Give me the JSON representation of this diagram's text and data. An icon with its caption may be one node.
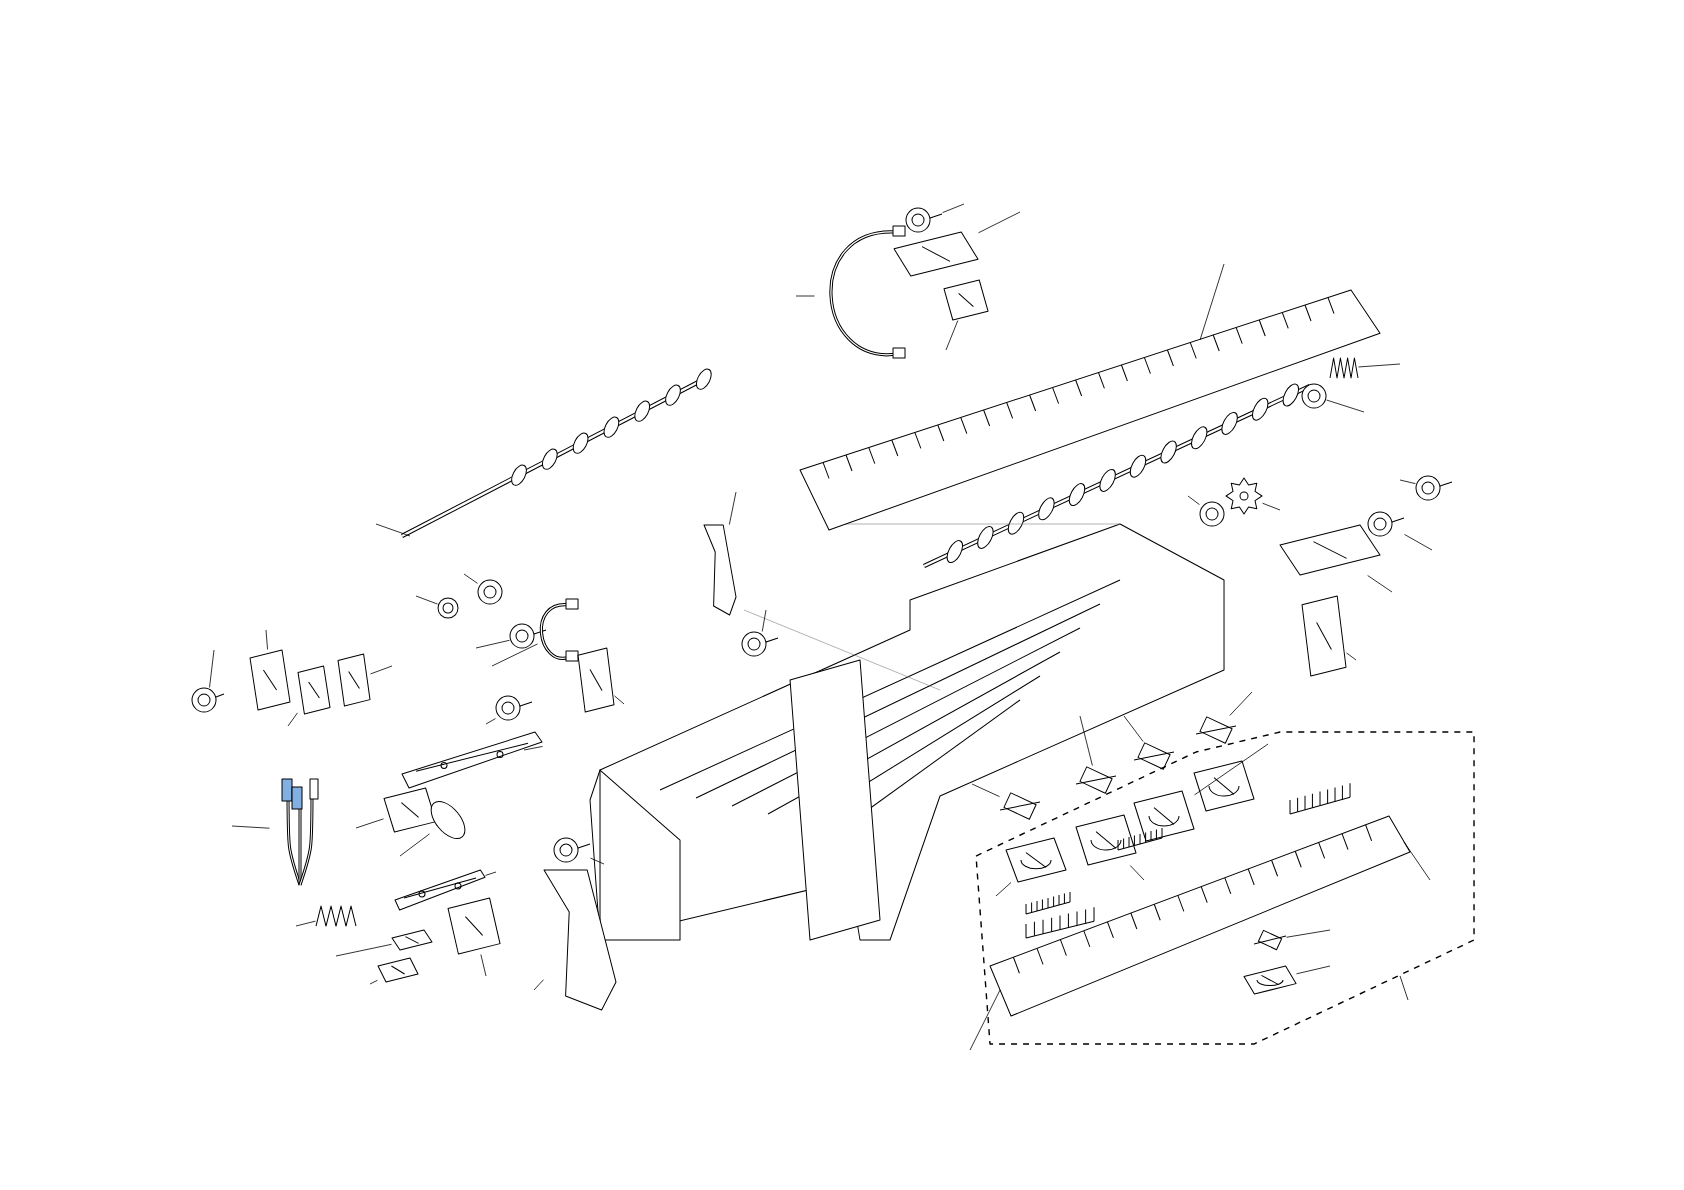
{
  "diagram": {
    "nodes": [
      {
        "text": [],
        "shape": "picture"
      },
      {
        "text": [],
        "shape": "picture"
      },
      {
        "text": [],
        "shape": "picture"
      },
      {
        "text": [],
        "shape": "picture"
      },
      {
        "text": [],
        "shape": "picture"
      },
      {
        "text": [],
        "shape": "picture"
      },
      {
        "text": [],
        "shape": "picture"
      },
      {
        "text": [],
        "shape": "picture"
      },
      {
        "text": [],
        "shape": "picture"
      },
      {
        "text": [],
        "shape": "picture"
      },
      {
        "text": [],
        "shape": "picture"
      },
      {
        "text": [],
        "shape": "picture"
      },
      {
        "text": [],
        "shape": "picture"
      },
      {
        "text": [],
        "shape": "picture"
      },
      {
        "text": [],
        "shape": "picture"
      },
      {
        "text": [],
        "shape": "picture"
      },
      {
        "text": [],
        "shape": "picture"
      },
      {
        "text": [],
        "shape": "picture"
      },
      {
        "text": [],
        "shape": "picture"
      },
      {
        "text": [],
        "shape": "picture"
      },
      {
        "text": [],
        "shape": "picture"
      },
      {
        "text": [],
        "shape": "picture"
      },
      {
        "text": [],
        "shape": "picture"
      },
      {
        "text": [],
        "shape": "picture"
      },
      {
        "text": [],
        "shape": "picture"
      },
      {
        "text": [],
        "shape": "picture"
      },
      {
        "text": [],
        "shape": "picture"
      },
      {
        "text": [],
        "shape": "picture"
      },
      {
        "text": [],
        "shape": "picture"
      },
      {
        "text": [],
        "shape": "picture"
      },
      {
        "text": [],
        "shape": "picture"
      },
      {
        "text": [],
        "shape": "picture"
      },
      {
        "text": [],
        "shape": "picture"
      },
      {
        "text": [],
        "shape": "picture"
      },
      {
        "text": [],
        "shape": "picture"
      },
      {
        "text": [],
        "shape": "picture"
      },
      {
        "text": [],
        "shape": "picture"
      },
      {
        "text": [],
        "shape": "picture"
      },
      {
        "text": [],
        "shape": "picture"
      },
      {
        "text": [],
        "shape": "picture"
      },
      {
        "text": [],
        "shape": "picture"
      },
      {
        "text": [],
        "shape": "picture",
        "in": 52
      },
      {
        "text": [],
        "shape": "picture",
        "in": 52
      },
      {
        "text": [],
        "shape": "picture",
        "in": 52
      },
      {
        "text": [],
        "shape": "picture",
        "in": 52
      },
      {
        "text": [],
        "shape": "picture",
        "in": 52
      },
      {
        "text": [],
        "shape": "picture",
        "in": 52
      },
      {
        "text": [],
        "shape": "picture",
        "in": 52
      },
      {
        "text": [],
        "shape": "picture",
        "in": 52
      },
      {
        "text": [],
        "shape": "picture",
        "in": 52
      },
      {
        "text": [],
        "shape": "picture",
        "in": 52
      },
      {
        "text": [],
        "shape": "picture",
        "in": 52
      },
      {
        "text": [],
        "shape": "box"
      }
    ],
    "edges": [
      {
        "from": null,
        "to": 0,
        "arrow": "none"
      },
      {
        "from": null,
        "to": 1,
        "arrow": "none"
      },
      {
        "from": null,
        "to": 2,
        "arrow": "none"
      },
      {
        "from": null,
        "to": 3,
        "arrow": "none"
      },
      {
        "from": null,
        "to": 4,
        "arrow": "none"
      },
      {
        "from": null,
        "to": 5,
        "arrow": "none"
      },
      {
        "from": null,
        "to": 6,
        "arrow": "none"
      },
      {
        "from": null,
        "to": 7,
        "arrow": "none"
      },
      {
        "from": null,
        "to": 8,
        "arrow": "none"
      },
      {
        "from": null,
        "to": 9,
        "arrow": "none"
      },
      {
        "from": null,
        "to": 10,
        "arrow": "none"
      },
      {
        "from": null,
        "to": 11,
        "arrow": "none"
      },
      {
        "from": null,
        "to": 12,
        "arrow": "none"
      },
      {
        "from": null,
        "to": 13,
        "arrow": "none"
      },
      {
        "from": null,
        "to": 14,
        "arrow": "none"
      },
      {
        "from": null,
        "to": 15,
        "arrow": "none"
      },
      {
        "from": null,
        "to": 16,
        "arrow": "none"
      },
      {
        "from": null,
        "to": 17,
        "arrow": "none"
      },
      {
        "from": null,
        "to": 18,
        "arrow": "none"
      },
      {
        "from": null,
        "to": 19,
        "arrow": "none"
      },
      {
        "from": null,
        "to": 20,
        "arrow": "none"
      },
      {
        "from": null,
        "to": 21,
        "arrow": "none"
      },
      {
        "from": null,
        "to": 22,
        "arrow": "none"
      },
      {
        "from": null,
        "to": 23,
        "arrow": "none"
      },
      {
        "from": null,
        "to": 24,
        "arrow": "none"
      },
      {
        "from": null,
        "to": 25,
        "arrow": "none"
      },
      {
        "from": null,
        "to": 26,
        "arrow": "none"
      },
      {
        "from": null,
        "to": 27,
        "arrow": "none"
      },
      {
        "from": null,
        "to": 28,
        "arrow": "none"
      },
      {
        "from": null,
        "to": 29,
        "arrow": "none"
      },
      {
        "from": null,
        "to": 30,
        "arrow": "none"
      },
      {
        "from": null,
        "to": 31,
        "arrow": "none"
      },
      {
        "from": null,
        "to": 32,
        "arrow": "none"
      },
      {
        "from": null,
        "to": 33,
        "arrow": "none"
      },
      {
        "from": null,
        "to": 34,
        "arrow": "none"
      },
      {
        "from": null,
        "to": 35,
        "arrow": "none"
      },
      {
        "from": null,
        "to": 36,
        "arrow": "none"
      },
      {
        "from": null,
        "to": 37,
        "arrow": "none"
      },
      {
        "from": null,
        "to": 38,
        "arrow": "none"
      },
      {
        "from": null,
        "to": 39,
        "arrow": "none"
      },
      {
        "from": null,
        "to": 40,
        "arrow": "none"
      },
      {
        "from": null,
        "to": 41,
        "arrow": "none"
      },
      {
        "from": null,
        "to": 42,
        "arrow": "none"
      },
      {
        "from": null,
        "to": 43,
        "arrow": "none"
      },
      {
        "from": null,
        "to": 45,
        "arrow": "none"
      },
      {
        "from": null,
        "to": 45,
        "arrow": "none"
      },
      {
        "from": null,
        "to": 50,
        "arrow": "none"
      },
      {
        "from": null,
        "to": 51,
        "arrow": "none"
      },
      {
        "from": null,
        "to": 52,
        "arrow": "none"
      }
    ]
  }
}
